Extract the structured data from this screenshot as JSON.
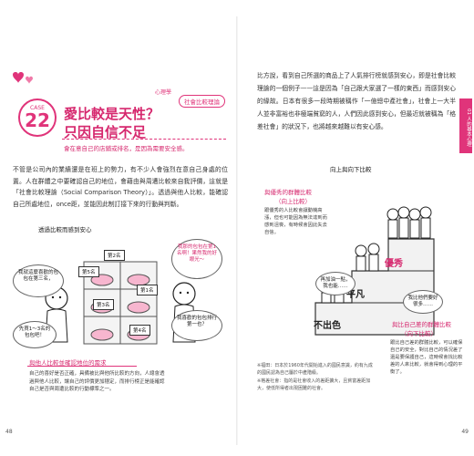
{
  "left": {
    "chapter_label": "CASE",
    "chapter_number": "22",
    "tag_small": "心理學",
    "tag_pill": "社會比較理論",
    "title_line1": "愛比較是天性？",
    "title_line2": "只因自信不足",
    "subtitle": "會在意自己的店鋪或排名，是因為需要安全感。",
    "body": "不管是公司內的業績還是在班上的勢力，有不少人會強烈在意自己身處的位置。人在群體之中要確認自己的地位，會藉由與周遭比較來自我評價，這就是「社會比較理論（Social Comparison Theory）」。透過與他人比較，能確認自己所處地位，once距，並能因此制訂接下來的行動與判斷。",
    "figure_caption": "透過比較而感到安心",
    "bubbles": {
      "b1": "我就這麼喜歡的包包在第三名，",
      "b2": "我那的包包在第1名啊！果然我的好眼光～",
      "b3": "先買1～3名的包包吧！",
      "b4": "我喜歡的包包排行第一也？"
    },
    "tags": {
      "t1": "第2名",
      "t2": "第5名",
      "t3": "第1名",
      "t4": "第3名",
      "t5": "第4名"
    },
    "hand_caption": "與他人比較並確認地位的需求",
    "note": "自己的喜好是否正確，具備被比與他所比較的方向，人總會透過與他人比較，讓自己的評價更加穩定，而排行榜正是能確認自己是否與周遭比較的行動標準之一。",
    "page_number": "48"
  },
  "right": {
    "side_tab": "01 人的基本心理",
    "body": "比方說，看到自己所選的商品上了人氣排行榜就感到安心，即是社會比較理論的一個例子——這是因為「自己跟大家選了一樣的東西」而感到安心的緣故。日本有很多一段時期被稱作「一億總中產社會」，社會上一大半人並非富裕也非極端貧窮的人，人們因此感到安心，但最近就被稱為「格差社會」的狀況下，也將越來越難以有安心感。",
    "figure_caption": "向上與向下比較",
    "caption_up": "與優秀的群體比較",
    "caption_up_sub": "（向上比較）",
    "note_up": "跟優秀的人比較會讓動機高漲，但也可能因為無法達到而感到沮喪，有時候會因此失去自信。",
    "steps": {
      "top": "優秀",
      "mid": "平凡",
      "bottom": "不出色"
    },
    "bubble_mid": "再加油一點，我也能……",
    "bubble_low": "我比他們要好很多……",
    "caption_down": "與比自己差的群體比較",
    "caption_down_sub": "（向下比較）",
    "note_down": "跟比自己差的群體比較，可以確保自己的安全，對比自己的情況差了還是要保護自己，這時候會找比較差的人來比較，就會得到心理的平衡了。",
    "footnotes": [
      "※福田：日本於1960年代開始進入的國民意識，約有九成的國民認為自己屬於中產階級。",
      "※格差社會：指的是社會收入的差距擴大，且貧富差距加大，使低所得者出現困難的社會。"
    ],
    "page_number": "49"
  },
  "colors": {
    "accent": "#e0347a",
    "accent_light": "#fbd3e2",
    "text": "#333333"
  }
}
